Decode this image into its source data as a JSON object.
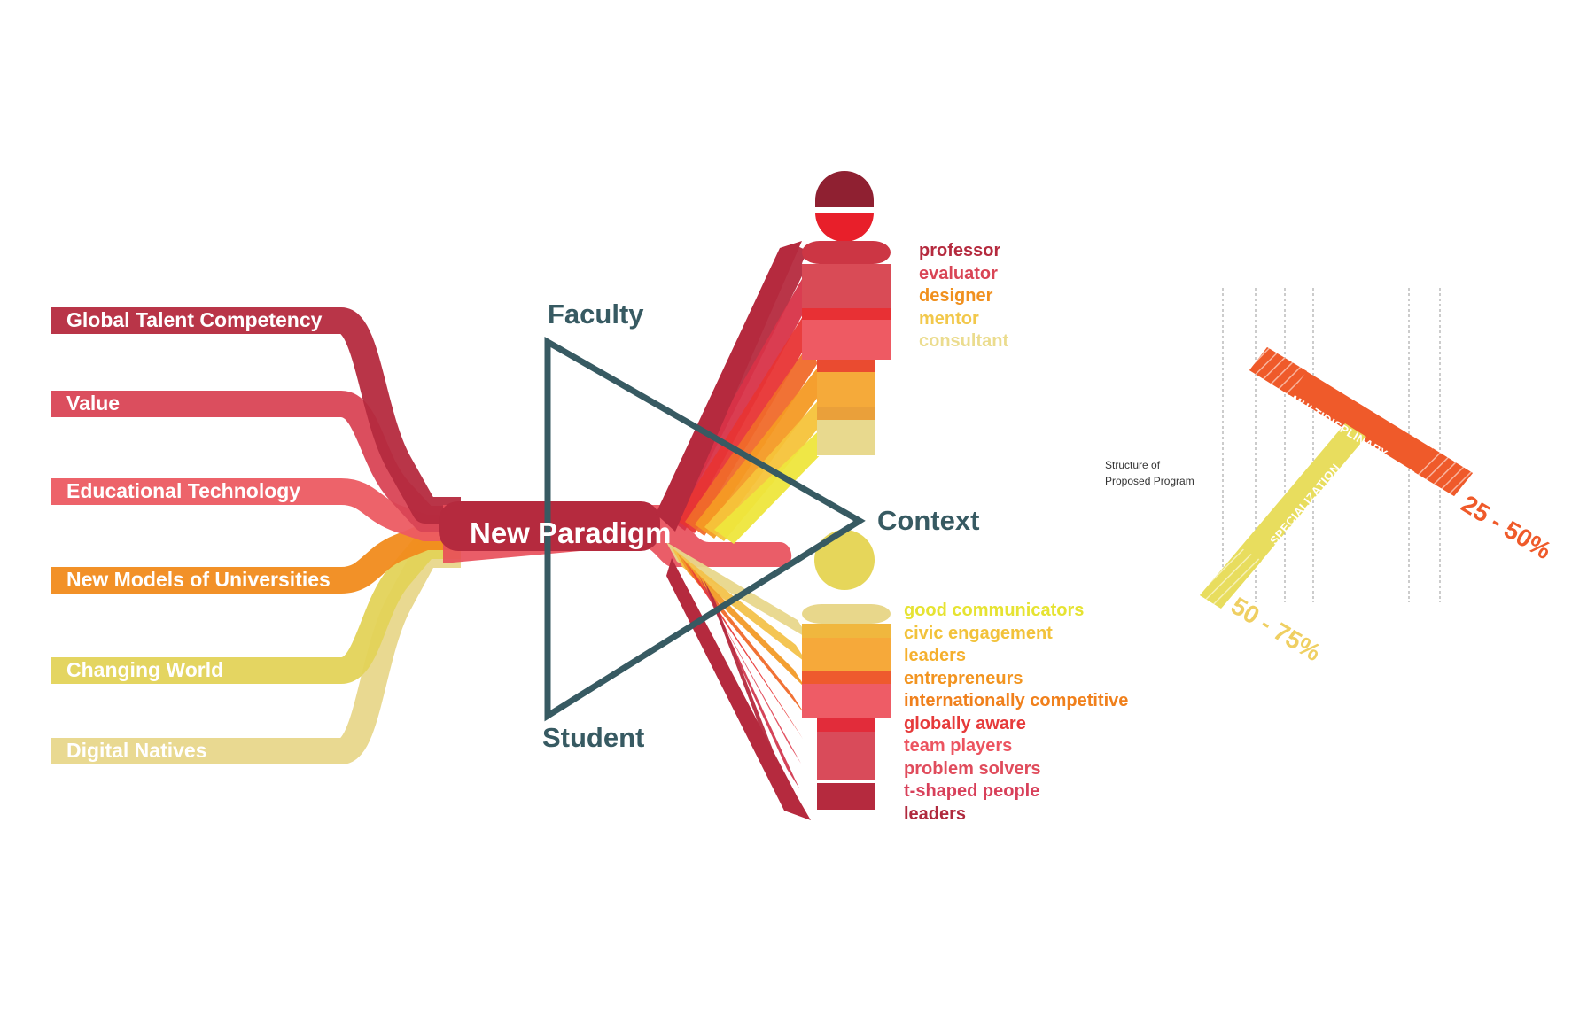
{
  "inputs": [
    {
      "label": "Global Talent Competency",
      "color": "#b52a3e"
    },
    {
      "label": "Value",
      "color": "#d94555"
    },
    {
      "label": "Educational Technology",
      "color": "#ec5b62"
    },
    {
      "label": "New Models of Universities",
      "color": "#f18b1c"
    },
    {
      "label": "Changing World",
      "color": "#e3d358"
    },
    {
      "label": "Digital Natives",
      "color": "#e8d78b"
    }
  ],
  "center": {
    "label": "New Paradigm"
  },
  "triangle": {
    "faculty": "Faculty",
    "student": "Student",
    "context": "Context",
    "color": "#375a62"
  },
  "faculty_roles": [
    {
      "label": "professor",
      "color": "#b52a3e"
    },
    {
      "label": "evaluator",
      "color": "#d94555"
    },
    {
      "label": "designer",
      "color": "#f0901e"
    },
    {
      "label": "mentor",
      "color": "#f2c84b"
    },
    {
      "label": "consultant",
      "color": "#ebdc8e"
    }
  ],
  "student_roles": [
    {
      "label": "good communicators",
      "color": "#e6e332"
    },
    {
      "label": "civic engagement",
      "color": "#f2c23a"
    },
    {
      "label": "leaders",
      "color": "#f5b02e"
    },
    {
      "label": "entrepreneurs",
      "color": "#f29420"
    },
    {
      "label": "internationally competitive",
      "color": "#f0801c"
    },
    {
      "label": "globally aware",
      "color": "#e63a3a"
    },
    {
      "label": "team players",
      "color": "#ec5460"
    },
    {
      "label": "problem solvers",
      "color": "#e04c5c"
    },
    {
      "label": "t-shaped people",
      "color": "#d8405a"
    },
    {
      "label": "leaders",
      "color": "#b02a3e"
    }
  ],
  "structure": {
    "caption_line1": "Structure of",
    "caption_line2": "Proposed Program",
    "multidisciplinary": "MULTIDISPLINARY",
    "specialization": "SPECIALIZATION",
    "multi_pct": "25 - 50%",
    "spec_pct": "50 - 75%",
    "multi_color": "#ef5a2a",
    "spec_color": "#e8dd5e"
  }
}
